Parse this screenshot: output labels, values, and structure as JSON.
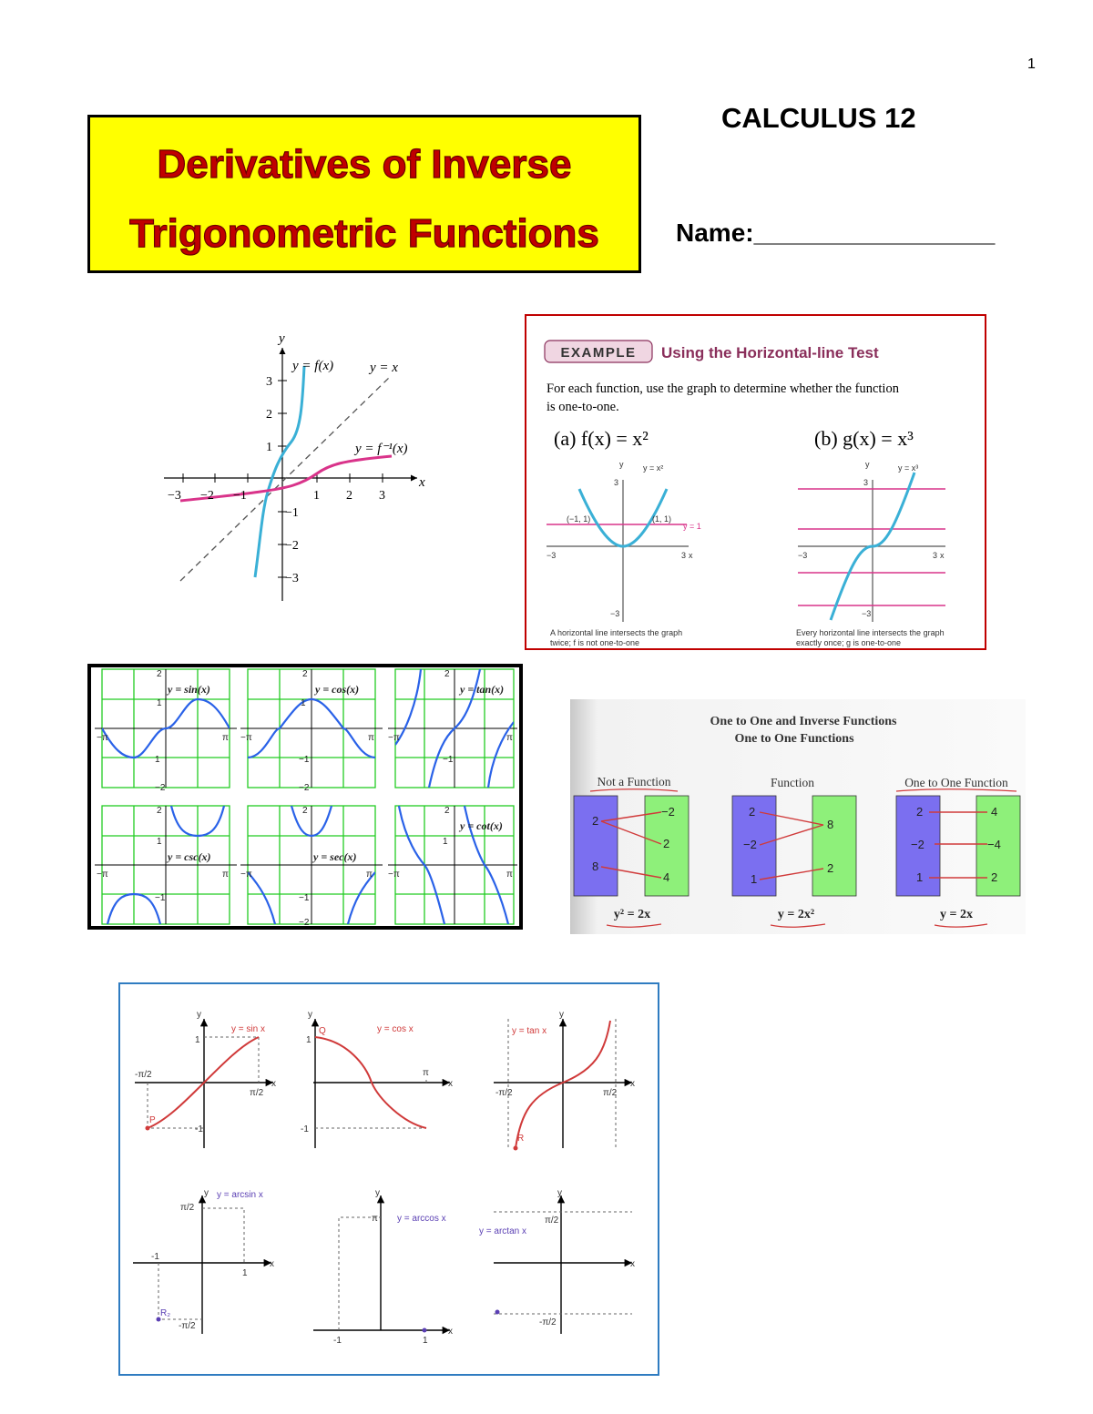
{
  "page_number": "1",
  "title": {
    "line1": "Derivatives of Inverse",
    "line2": "Trigonometric Functions"
  },
  "course": "CALCULUS 12",
  "name_field": "Name:_________________",
  "colors": {
    "title_bg": "#ffff00",
    "title_text": "#c00000",
    "red_border": "#c00000",
    "blue_border": "#2f7cc1",
    "cyan_curve": "#3ab0d6",
    "magenta_curve": "#d9338a",
    "trig_curve": "#2a62e8",
    "grid_green": "#22cc22",
    "red_curve": "#d03a3a",
    "purple_label": "#5a3fb3"
  },
  "inverse_graph": {
    "y_label": "y",
    "x_label": "x",
    "f_label": "y = f(x)",
    "identity_label": "y = x",
    "finv_label": "y = f⁻¹(x)",
    "x_ticks": [
      "−3",
      "−2",
      "−1",
      "1",
      "2",
      "3"
    ],
    "y_ticks": [
      "3",
      "2",
      "1",
      "−1",
      "−2",
      "−3"
    ]
  },
  "example": {
    "badge": "EXAMPLE",
    "heading": "Using the Horizontal-line Test",
    "text_line1": "For each function, use the graph to determine whether the function",
    "text_line2": "is one-to-one.",
    "part_a": "(a)  f(x) = x²",
    "part_b": "(b)  g(x) = x³",
    "a_curve_label": "y = x²",
    "b_curve_label": "y = x³",
    "a_pt_left": "(−1, 1)",
    "a_pt_right": "(1, 1)",
    "a_line_label": "y = 1",
    "axis_y": "y",
    "axis_x": "x",
    "tick_3": "3",
    "tick_m3": "−3",
    "caption_a_line1": "A horizontal line intersects the graph",
    "caption_a_line2": "twice; f is not one-to-one",
    "caption_b_line1": "Every horizontal line intersects the graph",
    "caption_b_line2": "exactly once; g is one-to-one"
  },
  "trig_grid": {
    "labels": [
      "y = sin(x)",
      "y = cos(x)",
      "y = tan(x)",
      "y = csc(x)",
      "y = sec(x)",
      "y = cot(x)"
    ],
    "t2": "2",
    "t1": "1",
    "tm1": "−1",
    "tm2": "−2",
    "pi": "π",
    "mpi": "−π"
  },
  "one_to_one": {
    "title": "One to One and Inverse Functions",
    "subtitle": "One to One Functions",
    "columns": [
      {
        "heading": "Not a Function",
        "left": [
          "2",
          "8"
        ],
        "right": [
          "−2",
          "2",
          "4"
        ],
        "equation": "y² = 2x"
      },
      {
        "heading": "Function",
        "left": [
          "2",
          "−2",
          "1"
        ],
        "right": [
          "8",
          "2"
        ],
        "equation": "y = 2x²"
      },
      {
        "heading": "One to One Function",
        "left": [
          "2",
          "−2",
          "1"
        ],
        "right": [
          "4",
          "−4",
          "2"
        ],
        "equation": "y = 2x"
      }
    ]
  },
  "restricted": {
    "sin": {
      "label": "y = sin x",
      "y": "y",
      "x": "x",
      "one": "1",
      "mone": "-1",
      "mhalfpi": "-π/2",
      "halfpi": "π/2",
      "pt": "P"
    },
    "cos": {
      "label": "y = cos x",
      "y": "y",
      "x": "x",
      "one": "1",
      "mone": "-1",
      "pi": "π",
      "pt": "Q"
    },
    "tan": {
      "label": "y = tan x",
      "y": "y",
      "x": "x",
      "mhalfpi": "-π/2",
      "halfpi": "π/2",
      "pt": "R"
    },
    "arcsin": {
      "label": "y = arcsin x",
      "y": "y",
      "x": "x",
      "halfpi": "π/2",
      "mhalfpi": "-π/2",
      "mone": "-1",
      "one": "1",
      "pt": "R₂"
    },
    "arccos": {
      "label": "y = arccos x",
      "y": "y",
      "x": "x",
      "pi": "π",
      "mone": "-1",
      "one": "1"
    },
    "arctan": {
      "label": "y = arctan x",
      "y": "y",
      "x": "x",
      "halfpi": "π/2",
      "mhalfpi": "-π/2"
    }
  }
}
